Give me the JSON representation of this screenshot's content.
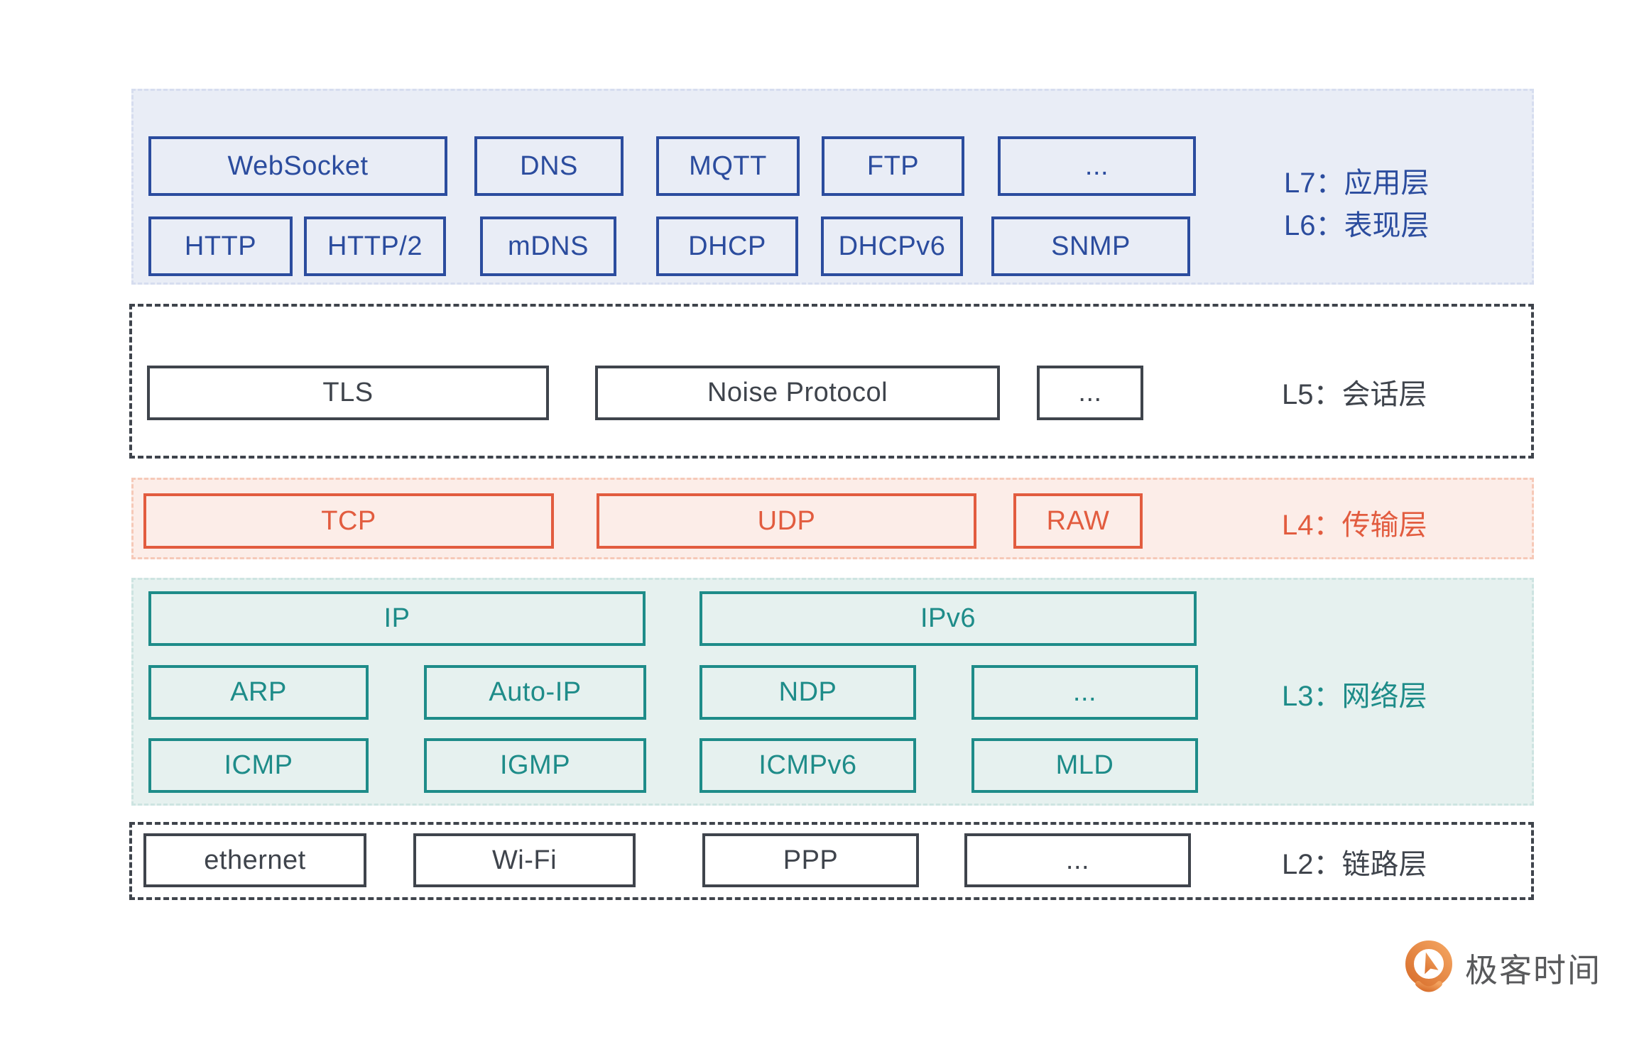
{
  "colors": {
    "app_layer_accent": "#2b4c9e",
    "app_layer_bg": "#e9edf6",
    "session_link_accent": "#3f444c",
    "transport_accent": "#e25c3f",
    "transport_bg": "#fcede8",
    "network_accent": "#1e8c89",
    "network_bg": "#e6f1ef",
    "logo_orange": "#e58441",
    "logo_text_color": "#58595b"
  },
  "stack": {
    "l7l6": {
      "label_line1": "L7：应用层",
      "label_line2": "L6：表现层",
      "row1": [
        "WebSocket",
        "DNS",
        "MQTT",
        "FTP",
        "..."
      ],
      "row2": [
        "HTTP",
        "HTTP/2",
        "mDNS",
        "DHCP",
        "DHCPv6",
        "SNMP"
      ]
    },
    "l5": {
      "label": "L5：会话层",
      "boxes": [
        "TLS",
        "Noise Protocol",
        "..."
      ]
    },
    "l4": {
      "label": "L4：传输层",
      "boxes": [
        "TCP",
        "UDP",
        "RAW"
      ]
    },
    "l3": {
      "label": "L3：网络层",
      "row1": [
        "IP",
        "IPv6"
      ],
      "row2": [
        "ARP",
        "Auto-IP",
        "NDP",
        "..."
      ],
      "row3": [
        "ICMP",
        "IGMP",
        "ICMPv6",
        "MLD"
      ]
    },
    "l2": {
      "label": "L2：链路层",
      "boxes": [
        "ethernet",
        "Wi-Fi",
        "PPP",
        "..."
      ]
    }
  },
  "logo": {
    "text": "极客时间",
    "icon": "geektime-pin-icon"
  }
}
